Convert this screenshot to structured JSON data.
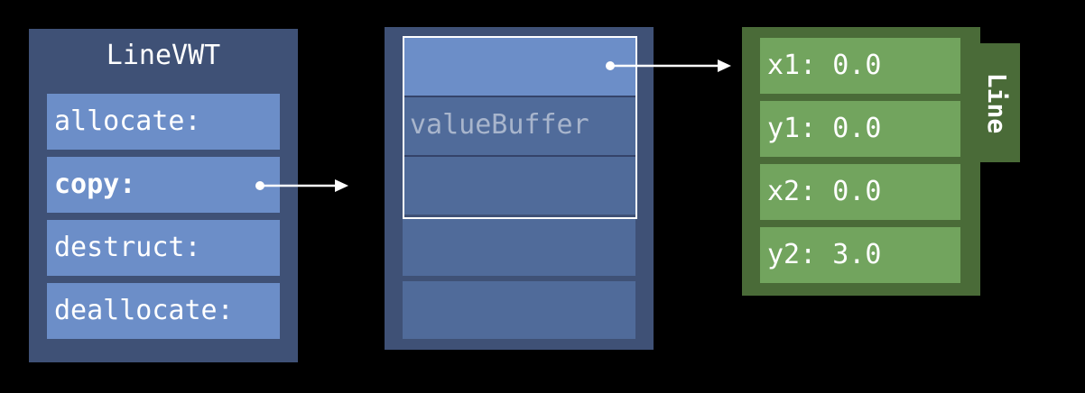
{
  "vwt": {
    "title": "LineVWT",
    "entries": [
      "allocate:",
      "copy:",
      "destruct:",
      "deallocate:"
    ]
  },
  "container": {
    "label": "valueBuffer"
  },
  "line": {
    "title": "Line",
    "fields": [
      "x1: 0.0",
      "y1: 0.0",
      "x2: 0.0",
      "y2: 3.0"
    ]
  },
  "colors": {
    "background": "#000000",
    "panel_blue": "#3f5176",
    "cell_blue_light": "#6c8ec8",
    "cell_blue_mid": "#506b9a",
    "panel_green": "#4a6b38",
    "cell_green": "#72a45e",
    "text": "#ffffff"
  }
}
